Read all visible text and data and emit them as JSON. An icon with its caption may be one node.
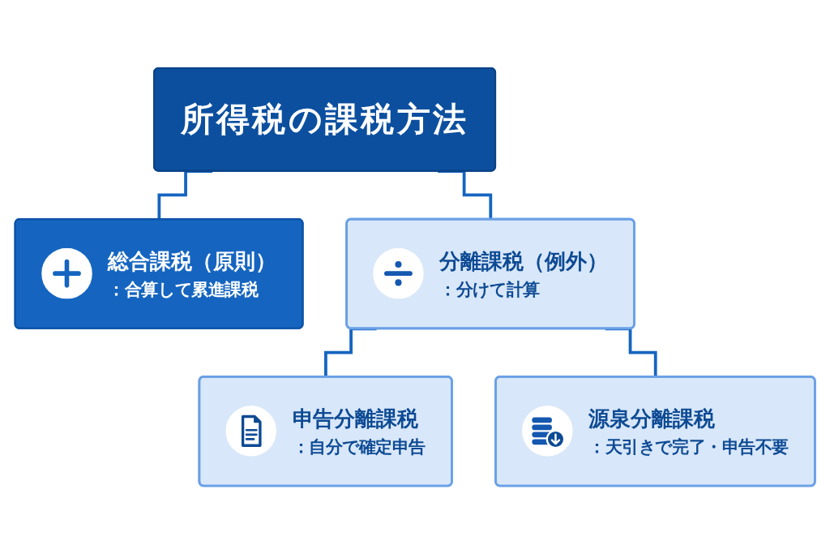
{
  "diagram": {
    "nodes": [
      {
        "text": [
          "所得税の課税方法"
        ]
      },
      {
        "text": [
          "総合課税（原則）",
          "：合算して累進課税"
        ]
      },
      {
        "text": [
          "分離課税（例外）",
          "：分けて計算"
        ]
      },
      {
        "text": [
          "申告分離課税",
          "：自分で確定申告"
        ]
      },
      {
        "text": [
          "源泉分離課税",
          "：天引きで完了・申告不要"
        ]
      }
    ],
    "edges": [
      {
        "from": 0,
        "to": 1,
        "arrow": "none"
      },
      {
        "from": 0,
        "to": 2,
        "arrow": "none"
      },
      {
        "from": 2,
        "to": 3,
        "arrow": "none"
      },
      {
        "from": 2,
        "to": 4,
        "arrow": "none"
      }
    ]
  }
}
